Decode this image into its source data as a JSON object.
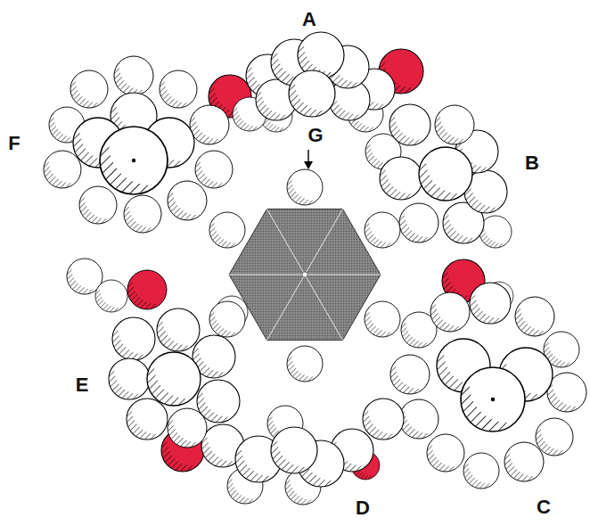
{
  "diagram": {
    "labels": [
      "A",
      "B",
      "C",
      "D",
      "E",
      "F",
      "G"
    ]
  }
}
